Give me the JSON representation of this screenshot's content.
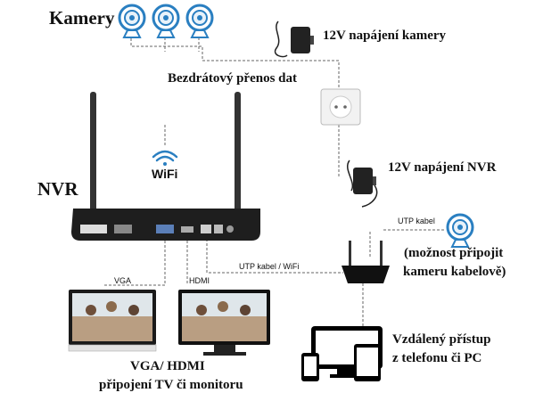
{
  "labels": {
    "cameras_title": "Kamery",
    "camera_power": "12V napájení kamery",
    "wireless": "Bezdrátový přenos dat",
    "wifi": "WiFi",
    "nvr_title": "NVR",
    "nvr_power": "12V napájení NVR",
    "utp_cable": "UTP kabel",
    "optional_camera_line1": "(možnost připojit",
    "optional_camera_line2": "kameru kabelově)",
    "utp_wifi": "UTP kabel / WiFi",
    "vga_port": "VGA",
    "hdmi_port": "HDMI",
    "vga_hdmi_line1": "VGA/ HDMI",
    "vga_hdmi_line2": "připojení TV či monitoru",
    "remote_line1": "Vzdálený přístup",
    "remote_line2": "z telefonu či PC"
  },
  "icons": [
    "camera-icon",
    "power-adapter-icon",
    "wall-socket-icon",
    "wifi-icon",
    "nvr-device",
    "router-icon",
    "monitor-icon",
    "tv-icon",
    "smartphone-icon",
    "tablet-icon"
  ],
  "colors": {
    "accent": "#2a7fc1",
    "line": "#666666",
    "device": "#222222"
  }
}
